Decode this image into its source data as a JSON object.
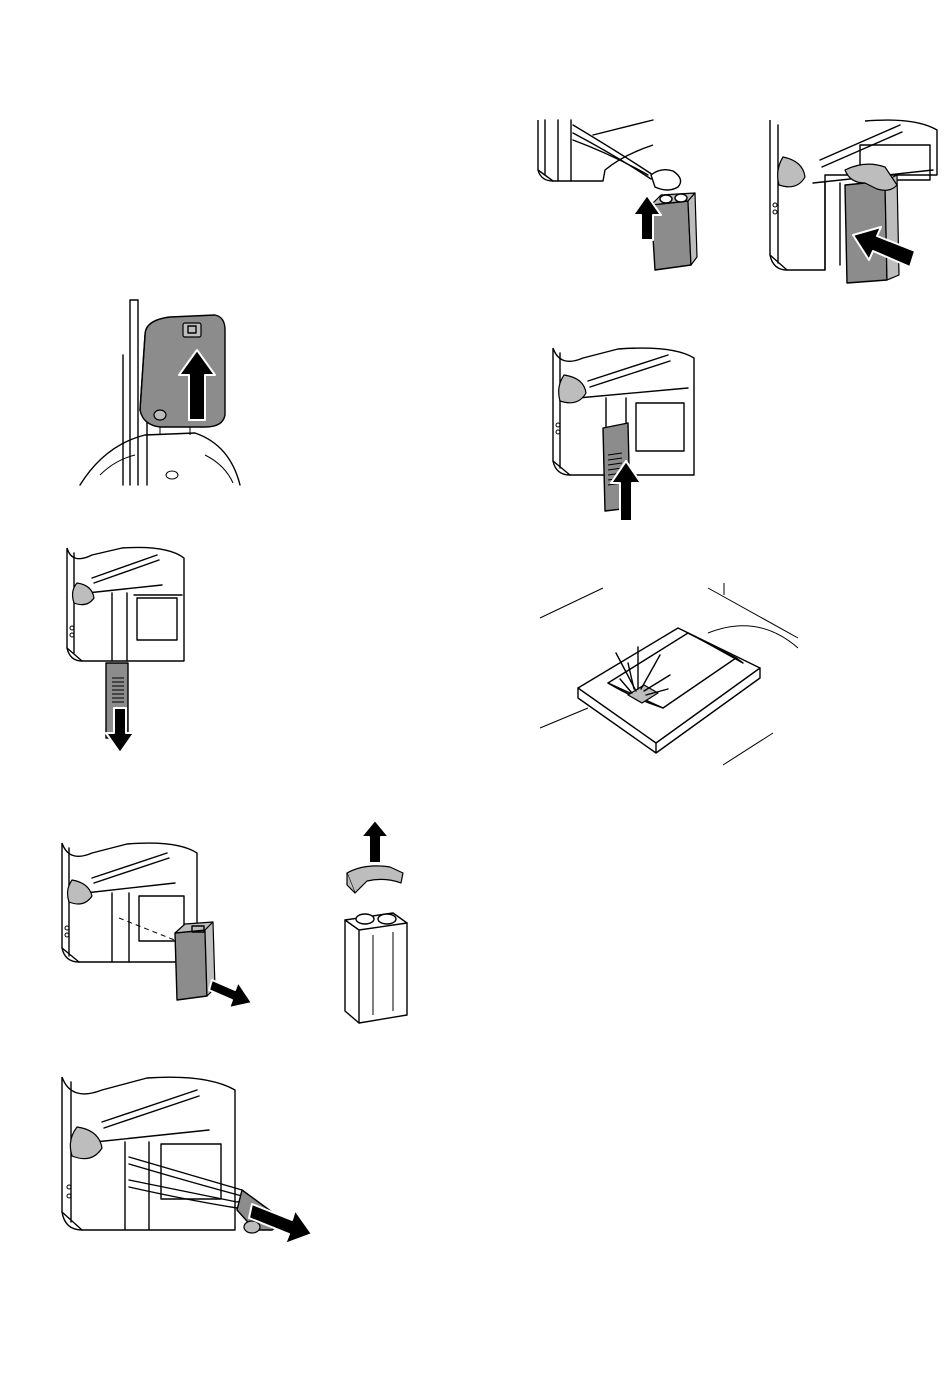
{
  "figures": [
    {
      "id": "fig-detach-pack",
      "icon": "detach-battery-pack-illustration"
    },
    {
      "id": "fig-slide-cover-down",
      "icon": "slide-cover-down-illustration"
    },
    {
      "id": "fig-remove-battery",
      "icon": "remove-battery-illustration"
    },
    {
      "id": "fig-remove-cap",
      "icon": "remove-battery-cap-illustration"
    },
    {
      "id": "fig-pull-connector",
      "icon": "pull-battery-connector-illustration"
    },
    {
      "id": "fig-connect-battery",
      "icon": "connect-battery-illustration"
    },
    {
      "id": "fig-insert-battery",
      "icon": "insert-battery-illustration"
    },
    {
      "id": "fig-close-cover",
      "icon": "slide-cover-up-illustration"
    },
    {
      "id": "fig-indicator-lamp",
      "icon": "indicator-lamp-illustration"
    }
  ],
  "colors": {
    "line": "#000000",
    "fill_dark": "#8c8c8c",
    "fill_light": "#bdbdbd",
    "background": "#ffffff"
  }
}
